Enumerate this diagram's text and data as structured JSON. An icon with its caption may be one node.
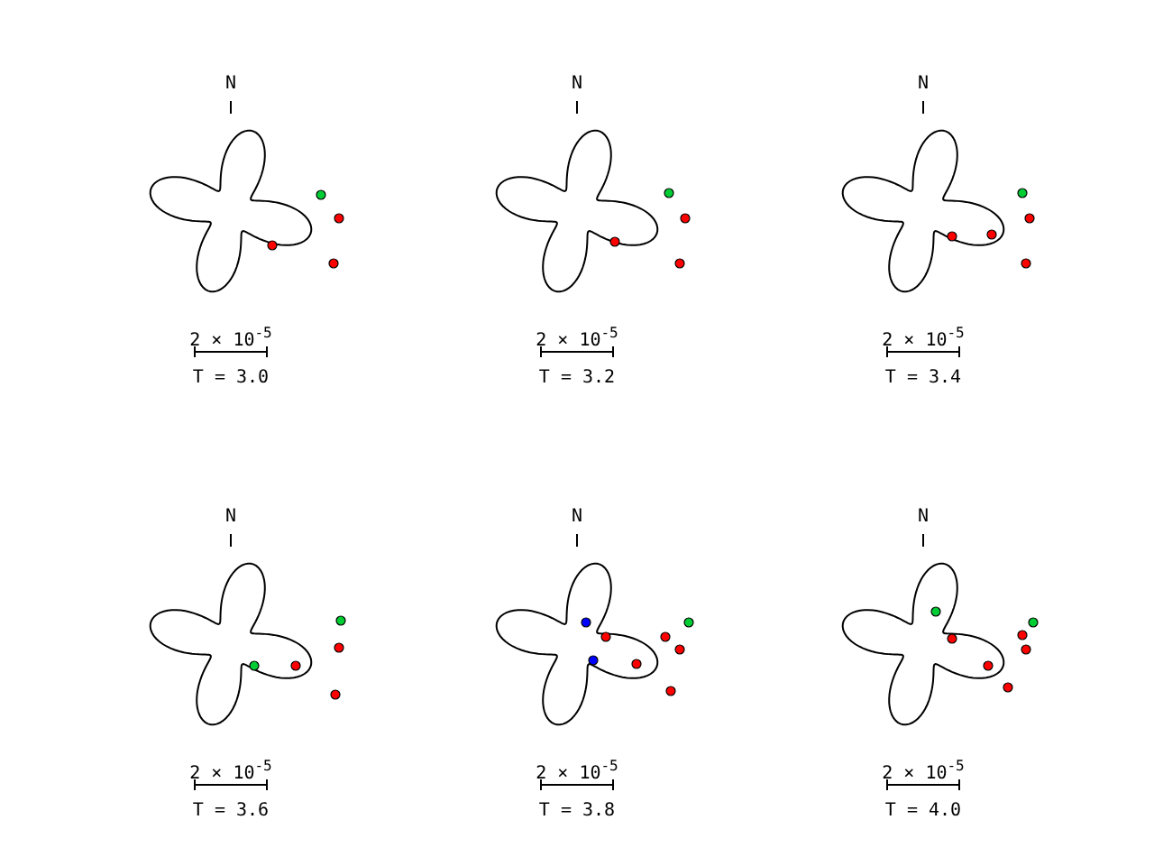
{
  "diagram": {
    "labels": [
      "N",
      "2 × 10$^{-5}$",
      "T = 3.0",
      "N",
      "2 × 10$^{-5}$",
      "T = 3.2",
      "N",
      "2 × 10$^{-5}$",
      "T = 3.4",
      "N",
      "2 × 10$^{-5}$",
      "T = 3.6",
      "N",
      "2 × 10$^{-5}$",
      "T = 3.8",
      "N",
      "2 × 10$^{-5}$",
      "T = 4.0"
    ]
  }
}
